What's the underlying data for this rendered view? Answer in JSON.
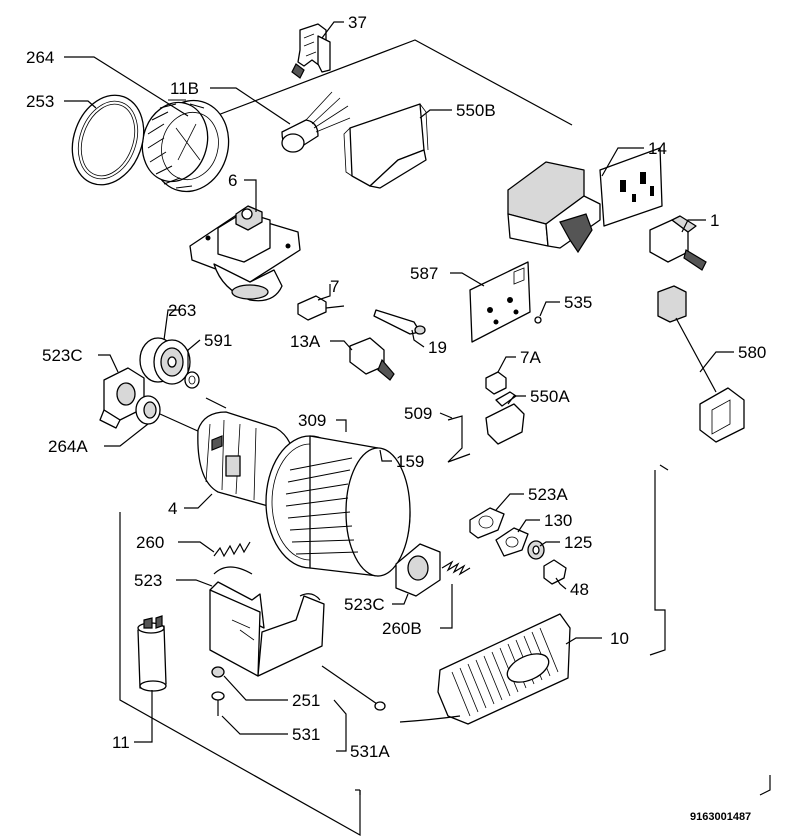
{
  "labels": {
    "l37": "37",
    "l264": "264",
    "l253": "253",
    "l11b": "11B",
    "l550b": "550B",
    "l6": "6",
    "l14": "14",
    "l1": "1",
    "l587": "587",
    "l535": "535",
    "l7": "7",
    "l263": "263",
    "l591": "591",
    "l13a": "13A",
    "l19": "19",
    "l523c": "523C",
    "l580": "580",
    "l7a": "7A",
    "l550a": "550A",
    "l264a": "264A",
    "l309": "309",
    "l509": "509",
    "l159": "159",
    "l4": "4",
    "l523a": "523A",
    "l130": "130",
    "l260": "260",
    "l125": "125",
    "l523": "523",
    "l523c2": "523C",
    "l48": "48",
    "l260b": "260B",
    "l10": "10",
    "l251": "251",
    "l11": "11",
    "l531": "531",
    "l531a": "531A"
  },
  "drawing_code": "9163001487"
}
